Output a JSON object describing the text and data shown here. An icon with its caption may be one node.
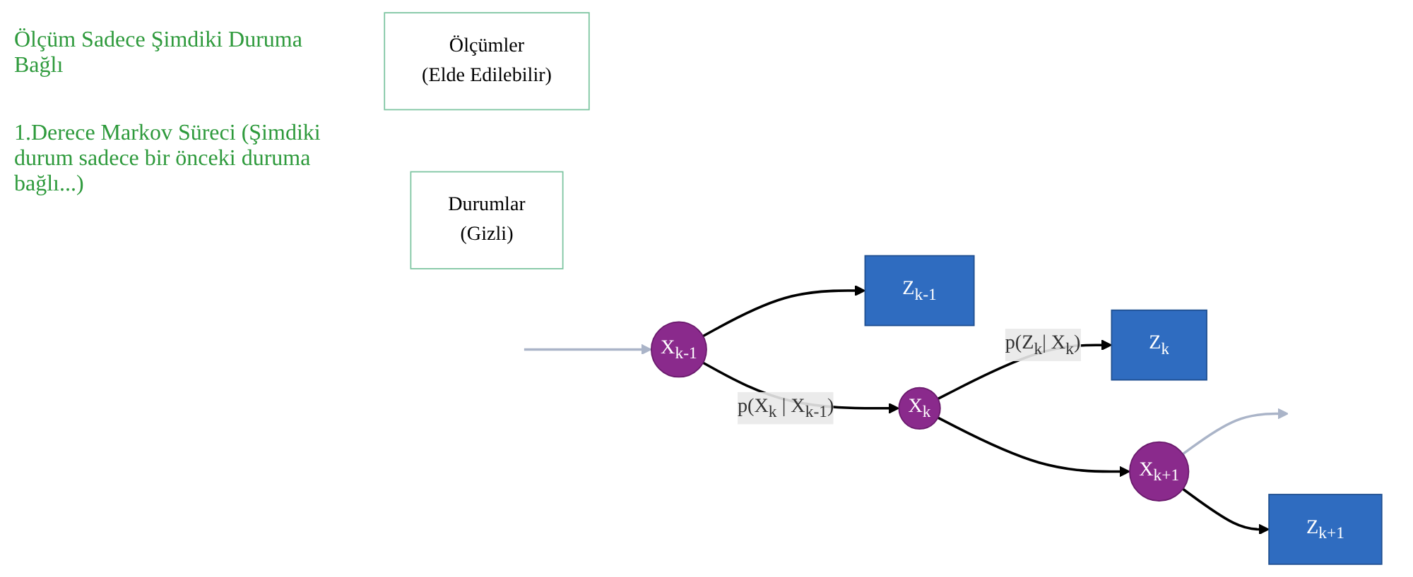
{
  "diagram": {
    "nodes": [
      {
        "text": [
          "Z$_{k-1}$"
        ]
      },
      {
        "text": [
          "Z$_{k}$"
        ]
      },
      {
        "text": [
          "Z$_{k+1}$"
        ]
      },
      {
        "text": [
          "X$_{k-1}$"
        ]
      },
      {
        "text": [
          "X$_{k}$"
        ]
      },
      {
        "text": [
          "X$_{k+1}$"
        ]
      },
      {
        "text": [
          "Ölçümler",
          "(Elde Edilebilir)"
        ]
      },
      {
        "text": [
          "Durumlar",
          "(Gizli)"
        ]
      }
    ],
    "edges": [
      {
        "from": null,
        "to": 3,
        "arrow": "to",
        "color": "#aab4c8"
      },
      {
        "from": 3,
        "to": 4,
        "arrow": "to",
        "label": "p(X$_{k}$ | X$_{k-1}$)"
      },
      {
        "from": 4,
        "to": 5,
        "arrow": "to"
      },
      {
        "from": 5,
        "to": null,
        "arrow": "to",
        "color": "#aab4c8"
      },
      {
        "from": 3,
        "to": 0,
        "arrow": "to"
      },
      {
        "from": 4,
        "to": 1,
        "arrow": "to",
        "label": "p(Z$_{k}$| X$_{k}$)"
      },
      {
        "from": 5,
        "to": 2,
        "arrow": "to"
      }
    ],
    "labels": [
      "Ölçüm Sadece Şimdiki Duruma Bağlı",
      "1.Derece Markov Süreci (Şimdiki durum sadece bir önceki duruma bağlı...)"
    ]
  }
}
